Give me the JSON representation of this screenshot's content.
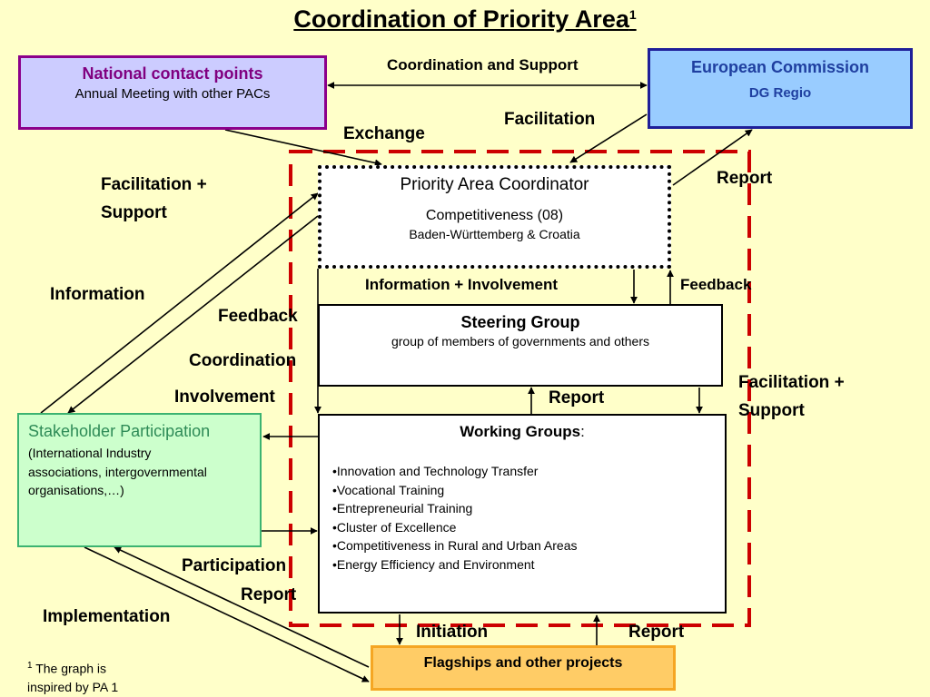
{
  "title": {
    "text": "Coordination of Priority Area",
    "sup": "1"
  },
  "national_contact_points": {
    "heading": "National contact points",
    "sub": "Annual Meeting with other PACs"
  },
  "european_commission": {
    "heading": "European Commission",
    "sub": "DG Regio"
  },
  "priority_area_coordinator": {
    "heading": "Priority Area Coordinator",
    "line1": "Competitiveness (08)",
    "line2": "Baden-Württemberg & Croatia"
  },
  "steering_group": {
    "heading": "Steering Group",
    "sub": "group of members of governments and others"
  },
  "working_groups": {
    "heading": "Working Groups",
    "colon": ":",
    "items": [
      "•Innovation and Technology Transfer",
      "•Vocational Training",
      "•Entrepreneurial Training",
      "•Cluster of Excellence",
      "•Competitiveness in Rural and Urban Areas",
      "•Energy Efficiency and Environment"
    ]
  },
  "stakeholder_participation": {
    "heading": "Stakeholder Participation",
    "sub_lines": [
      "(International Industry",
      "associations, intergovernmental",
      "organisations,…)"
    ]
  },
  "flagships": {
    "heading": "Flagships and other projects"
  },
  "labels": {
    "coordination_support": "Coordination and Support",
    "facilitation": "Facilitation",
    "exchange": "Exchange",
    "report_top": "Report",
    "facilitation_support_left_1": "Facilitation +",
    "facilitation_support_left_2": "Support",
    "information": "Information",
    "feedback_left": "Feedback",
    "coordination": "Coordination",
    "involvement": "Involvement",
    "information_involvement": "Information + Involvement",
    "feedback_right": "Feedback",
    "report_mid": "Report",
    "facilitation_support_right_1": "Facilitation +",
    "facilitation_support_right_2": "Support",
    "participation": "Participation",
    "report_left": "Report",
    "implementation": "Implementation",
    "initiation": "Initiation",
    "report_bottom": "Report"
  },
  "footnote": {
    "sup": "1",
    "line1": " The graph is",
    "line2": "inspired by PA 1"
  },
  "colors": {
    "background": "#FFFFC9",
    "dashed_border": "#CC0000",
    "ncp_fill": "#CCCCFF",
    "ncp_border": "#8B008B",
    "ec_fill": "#99CCFF",
    "ec_border": "#1F1F99",
    "stakeholder_fill": "#CCFFCC",
    "stakeholder_border": "#3CB371",
    "flagship_fill": "#FFCC66",
    "flagship_border": "#F5A623"
  }
}
